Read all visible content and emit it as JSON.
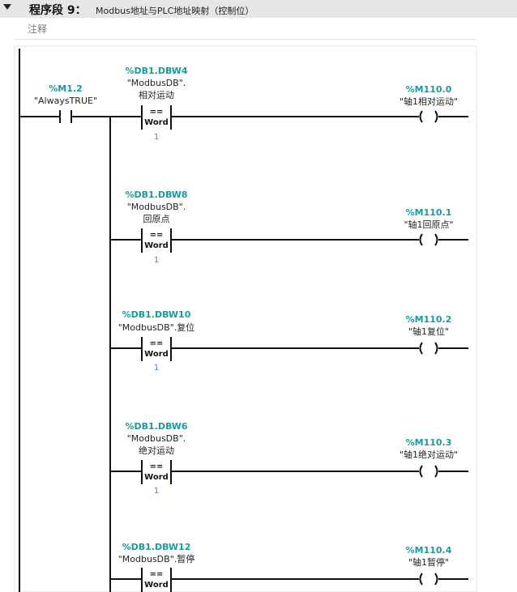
{
  "segment": {
    "label": "程序段 9：",
    "title": "Modbus地址与PLC地址映射（控制位）",
    "comment": "注释"
  },
  "contact": {
    "address": "%M1.2",
    "symbol": "\"AlwaysTRUE\""
  },
  "rungs": [
    {
      "operand": "%DB1.DBW4",
      "name_line1": "\"ModbusDB\".",
      "name_line2": "相对运动",
      "op": "==",
      "type": "Word",
      "value": "1",
      "coil_address": "%M110.0",
      "coil_symbol": "\"轴1相对运动\""
    },
    {
      "operand": "%DB1.DBW8",
      "name_line1": "\"ModbusDB\".",
      "name_line2": "回原点",
      "op": "==",
      "type": "Word",
      "value": "1",
      "coil_address": "%M110.1",
      "coil_symbol": "\"轴1回原点\""
    },
    {
      "operand": "%DB1.DBW10",
      "name_line1": "\"ModbusDB\".复位",
      "name_line2": "",
      "op": "==",
      "type": "Word",
      "value": "1",
      "coil_address": "%M110.2",
      "coil_symbol": "\"轴1复位\""
    },
    {
      "operand": "%DB1.DBW6",
      "name_line1": "\"ModbusDB\".",
      "name_line2": "绝对运动",
      "op": "==",
      "type": "Word",
      "value": "1",
      "coil_address": "%M110.3",
      "coil_symbol": "\"轴1绝对运动\""
    },
    {
      "operand": "%DB1.DBW12",
      "name_line1": "\"ModbusDB\".暂停",
      "name_line2": "",
      "op": "==",
      "type": "Word",
      "value": "",
      "coil_address": "%M110.4",
      "coil_symbol": "\"轴1暂停\""
    }
  ]
}
